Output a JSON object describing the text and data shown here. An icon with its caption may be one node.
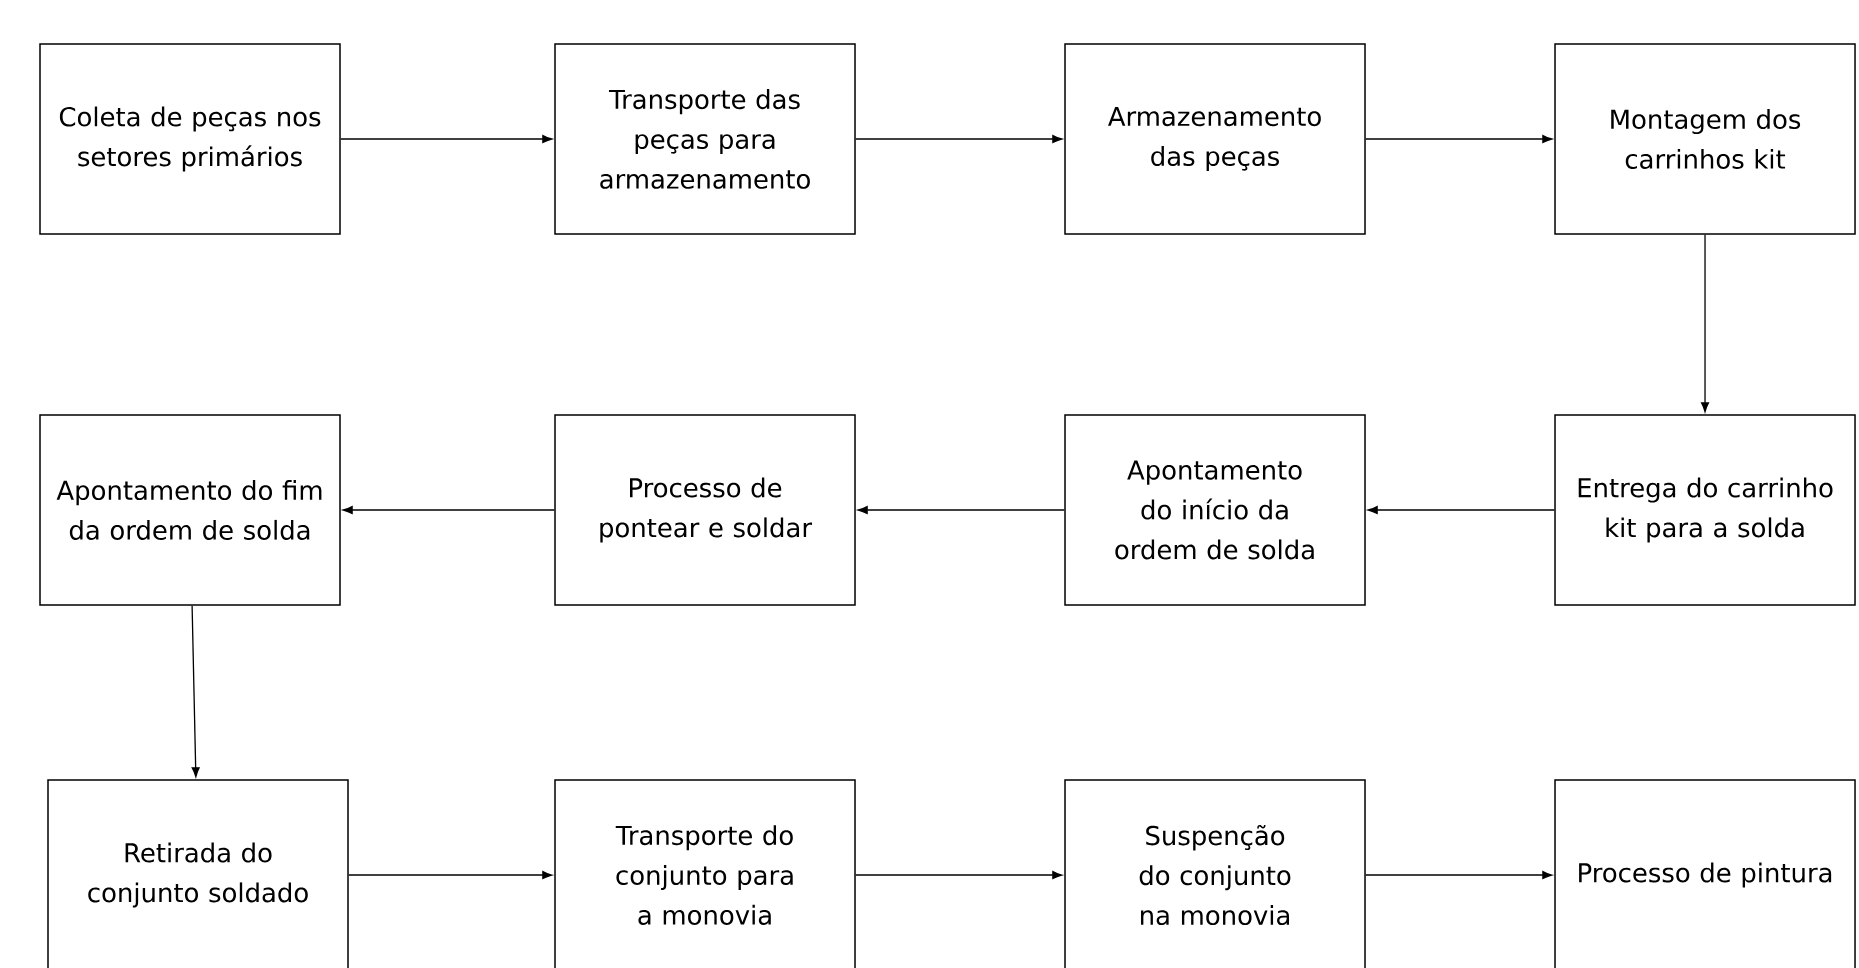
{
  "diagram": {
    "nodes": [
      {
        "text": [
          "Coleta de peças nos setores primários"
        ]
      },
      {
        "text": [
          "Transporte das peças para armazenamento"
        ]
      },
      {
        "text": [
          "Armazenamento das peças"
        ]
      },
      {
        "text": [
          "Montagem dos carrinhos kit"
        ]
      },
      {
        "text": [
          "Apontamento do fim da ordem de solda"
        ]
      },
      {
        "text": [
          "Processo de pontear e soldar"
        ]
      },
      {
        "text": [
          "Apontamento do início da ordem de solda"
        ]
      },
      {
        "text": [
          "Entrega do carrinho kit para a solda"
        ]
      },
      {
        "text": [
          "Retirada do conjunto soldado"
        ]
      },
      {
        "text": [
          "Transporte do conjunto para a monovia"
        ]
      },
      {
        "text": [
          "Suspenção do conjunto na monovia"
        ]
      },
      {
        "text": [
          "Processo de pintura"
        ]
      }
    ],
    "edges": [
      {
        "from": 0,
        "to": 1,
        "arrow": "to"
      },
      {
        "from": 1,
        "to": 2,
        "arrow": "to"
      },
      {
        "from": 2,
        "to": 3,
        "arrow": "to"
      },
      {
        "from": 3,
        "to": 7,
        "arrow": "to"
      },
      {
        "from": 7,
        "to": 6,
        "arrow": "to"
      },
      {
        "from": 6,
        "to": 5,
        "arrow": "to"
      },
      {
        "from": 5,
        "to": 4,
        "arrow": "to"
      },
      {
        "from": 4,
        "to": 8,
        "arrow": "to"
      },
      {
        "from": 8,
        "to": 9,
        "arrow": "to"
      },
      {
        "from": 9,
        "to": 10,
        "arrow": "to"
      },
      {
        "from": 10,
        "to": 11,
        "arrow": "to"
      }
    ]
  }
}
